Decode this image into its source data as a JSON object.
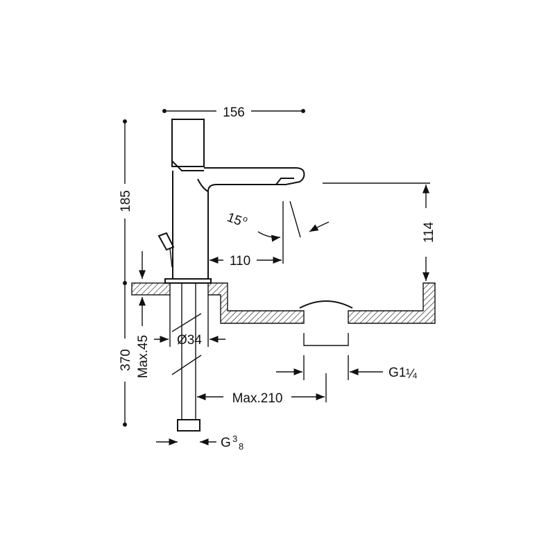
{
  "dimensions": {
    "overall_width": "156",
    "overall_height": "185",
    "total_height": "370",
    "spout_reach": "110",
    "spout_height": "114",
    "rotation_angle": "15",
    "angle_unit": "o",
    "base_diameter": "Ø34",
    "max_deck_thickness": "Max.45",
    "max_distance": "Max.210",
    "waste_thread_main": "G1",
    "waste_thread_frac": "¼",
    "supply_thread_main": "G",
    "supply_thread_num": "3",
    "supply_thread_den": "8"
  }
}
